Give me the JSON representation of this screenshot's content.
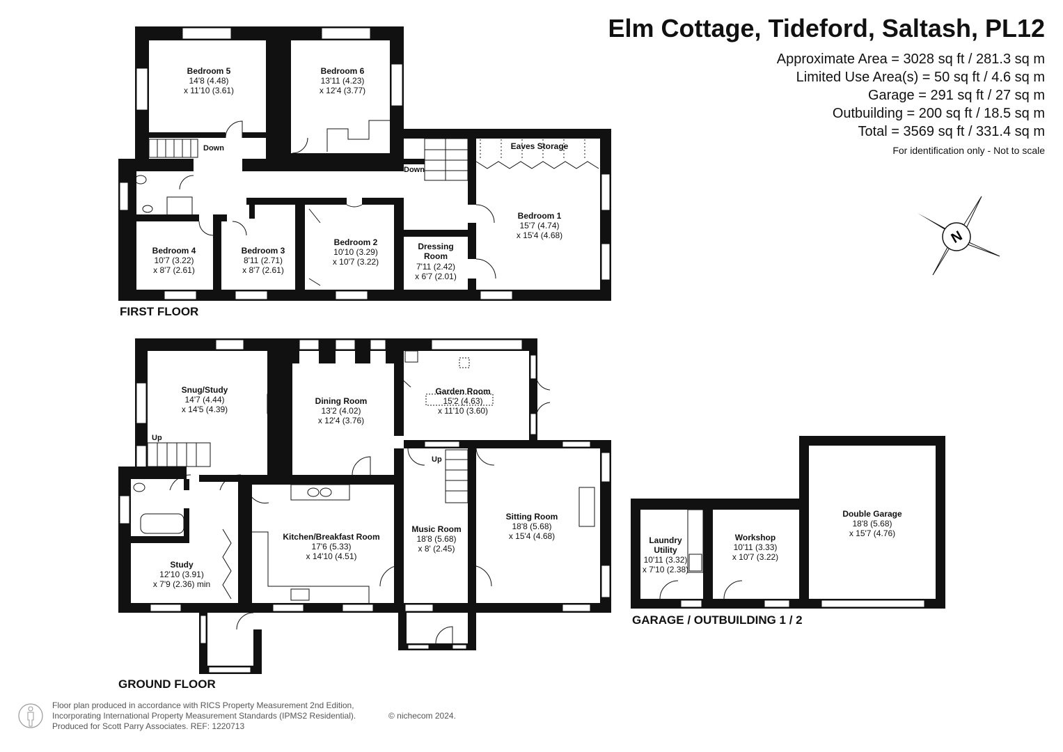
{
  "header": {
    "title": "Elm Cottage, Tideford, Saltash, PL12",
    "areas": [
      "Approximate Area = 3028 sq ft / 281.3 sq m",
      "Limited Use Area(s) = 50 sq ft / 4.6 sq m",
      "Garage = 291 sq ft / 27 sq m",
      "Outbuilding = 200 sq ft / 18.5 sq m",
      "Total = 3569 sq ft / 331.4 sq m"
    ],
    "note": "For identification only - Not to scale"
  },
  "compass": {
    "label": "N"
  },
  "floors": {
    "first": "FIRST FLOOR",
    "ground": "GROUND FLOOR",
    "outbuilding": "GARAGE / OUTBUILDING 1 / 2"
  },
  "rooms": {
    "bedroom5": {
      "name": "Bedroom 5",
      "dim1": "14'8 (4.48)",
      "dim2": "x 11'10 (3.61)"
    },
    "bedroom6": {
      "name": "Bedroom 6",
      "dim1": "13'11 (4.23)",
      "dim2": "x 12'4 (3.77)"
    },
    "bedroom1": {
      "name": "Bedroom 1",
      "dim1": "15'7 (4.74)",
      "dim2": "x 15'4 (4.68)"
    },
    "bedroom4": {
      "name": "Bedroom 4",
      "dim1": "10'7 (3.22)",
      "dim2": "x 8'7 (2.61)"
    },
    "bedroom3": {
      "name": "Bedroom 3",
      "dim1": "8'11 (2.71)",
      "dim2": "x 8'7 (2.61)"
    },
    "bedroom2": {
      "name": "Bedroom 2",
      "dim1": "10'10 (3.29)",
      "dim2": "x 10'7 (3.22)"
    },
    "dressing": {
      "name1": "Dressing",
      "name2": "Room",
      "dim1": "7'11 (2.42)",
      "dim2": "x 6'7 (2.01)"
    },
    "eaves": {
      "name": "Eaves Storage"
    },
    "snug": {
      "name": "Snug/Study",
      "dim1": "14'7 (4.44)",
      "dim2": "x 14'5 (4.39)"
    },
    "dining": {
      "name": "Dining Room",
      "dim1": "13'2 (4.02)",
      "dim2": "x 12'4 (3.76)"
    },
    "garden": {
      "name": "Garden Room",
      "dim1": "15'2 (4.63)",
      "dim2": "x 11'10 (3.60)"
    },
    "kitchen": {
      "name": "Kitchen/Breakfast Room",
      "dim1": "17'6 (5.33)",
      "dim2": "x 14'10 (4.51)"
    },
    "music": {
      "name": "Music Room",
      "dim1": "18'8 (5.68)",
      "dim2": "x 8' (2.45)"
    },
    "sitting": {
      "name": "Sitting Room",
      "dim1": "18'8 (5.68)",
      "dim2": "x 15'4 (4.68)"
    },
    "study": {
      "name": "Study",
      "dim1": "12'10 (3.91)",
      "dim2": "x 7'9 (2.36) min"
    },
    "laundry": {
      "name1": "Laundry",
      "name2": "Utility",
      "dim1": "10'11 (3.32)",
      "dim2": "x 7'10 (2.38)"
    },
    "workshop": {
      "name": "Workshop",
      "dim1": "10'11 (3.33)",
      "dim2": "x 10'7 (3.22)"
    },
    "garage": {
      "name": "Double Garage",
      "dim1": "18'8 (5.68)",
      "dim2": "x 15'7 (4.76)"
    }
  },
  "stairs": {
    "down": "Down",
    "up": "Up"
  },
  "footer": {
    "lines": [
      "Floor plan produced in accordance with RICS Property Measurement 2nd Edition,",
      "Incorporating International Property Measurement Standards (IPMS2 Residential).",
      "Produced for Scott Parry Associates.   REF: 1220713"
    ],
    "copyright": "© nichecom 2024."
  }
}
